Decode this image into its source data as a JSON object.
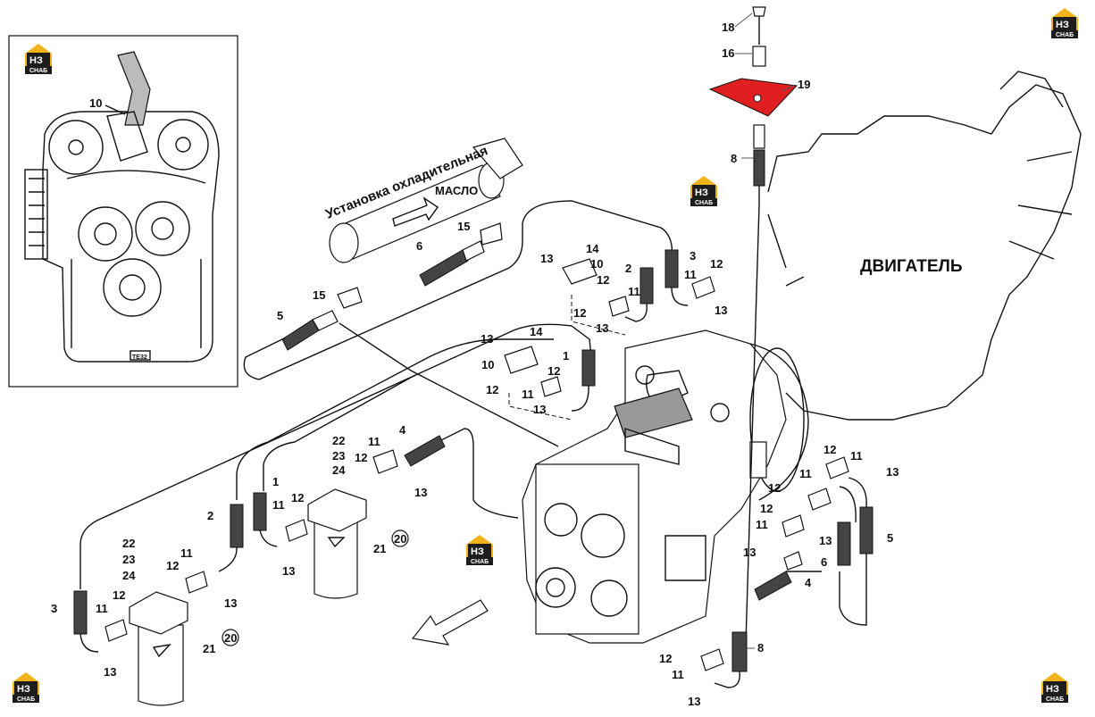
{
  "labels": {
    "engine": "ДВИГАТЕЛЬ",
    "oil_cooler": "Установка охладительная",
    "oil": "МАСЛО",
    "inset_tag": "TE32"
  },
  "logo": {
    "text": "НЗ",
    "sub": "СНАБ",
    "color_top": "#f2b21b",
    "color_bottom": "#1d1d1d"
  },
  "colors": {
    "plate": "#e02020",
    "line": "#111111"
  },
  "callouts": {
    "c18": "18",
    "c16": "16",
    "c19": "19",
    "c8a": "8",
    "c14a": "14",
    "c13a": "13",
    "c10a": "10",
    "c2a": "2",
    "c3a": "3",
    "c11a": "11",
    "c12a": "12",
    "c11b": "11",
    "c12b": "12",
    "c13b": "13",
    "c12c": "12",
    "c13c": "13",
    "c15a": "15",
    "c6a": "6",
    "c15b": "15",
    "c5a": "5",
    "c13d": "13",
    "c14b": "14",
    "c1a": "1",
    "c10b": "10",
    "c12d": "12",
    "c11c": "11",
    "c12e": "12",
    "c13e": "13",
    "c22a": "22",
    "c23a": "23",
    "c24a": "24",
    "c4a": "4",
    "c11d": "11",
    "c12f": "12",
    "c13f": "13",
    "c1b": "1",
    "c2b": "2",
    "c11e": "11",
    "c12g": "12",
    "c13g": "13",
    "c20a": "20",
    "c21a": "21",
    "c22b": "22",
    "c23b": "23",
    "c24b": "24",
    "c11f": "11",
    "c12h": "12",
    "c13h": "13",
    "c3b": "3",
    "c11g": "11",
    "c12i": "12",
    "c13i": "13",
    "c20b": "20",
    "c21b": "21",
    "c12j": "12",
    "c11h": "11",
    "c13j": "13",
    "c11i": "11",
    "c12k": "12",
    "c12l": "12",
    "c11j": "11",
    "c13k": "13",
    "c13l": "13",
    "c4b": "4",
    "c6b": "6",
    "c5b": "5",
    "c12m": "12",
    "c11k": "11",
    "c13m": "13",
    "c8b": "8",
    "c10c": "10"
  }
}
